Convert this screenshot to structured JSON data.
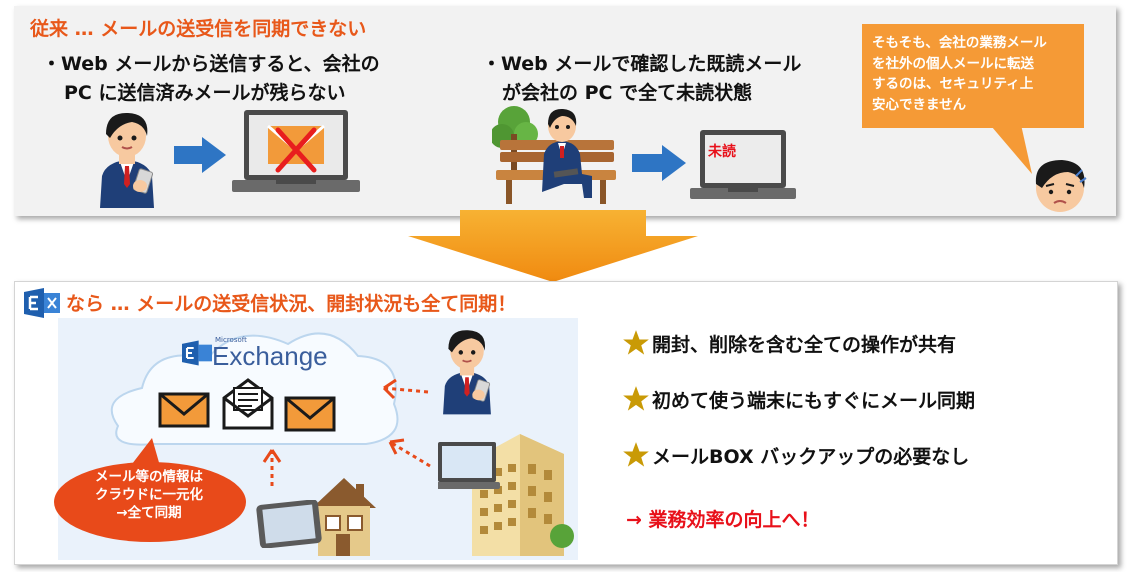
{
  "top": {
    "title": "従来 … メールの送受信を同期できない",
    "bullet1_line1": "・Web メールから送信すると、会社の",
    "bullet1_line2": "PC に送信済みメールが残らない",
    "bullet2_line1": "・Web メールで確認した既読メール",
    "bullet2_line2": "が会社の PC で全て未読状態",
    "unread_label": "未読",
    "bubble_lines": [
      "そもそも、会社の業務メール",
      "を社外の個人メールに転送",
      "するのは、セキュリティ上",
      "安心できません"
    ]
  },
  "bottom": {
    "title": "なら … メールの送受信状況、開封状況も全て同期！",
    "exchange_label": "Exchange",
    "microsoft_label": "Microsoft",
    "cloud_note_lines": [
      "メール等の情報は",
      "クラウドに一元化",
      "→全て同期"
    ],
    "features": [
      "開封、削除を含む全ての操作が共有",
      "初めて使う端末にもすぐにメール同期",
      "メールBOX バックアップの必要なし"
    ],
    "result": "→ 業務効率の向上へ！"
  },
  "colors": {
    "accent_orange": "#e8581a",
    "bubble_orange": "#f59a36",
    "arrow_blue": "#2e75c4",
    "star_gold": "#c99a06",
    "result_red": "#e8101a"
  }
}
